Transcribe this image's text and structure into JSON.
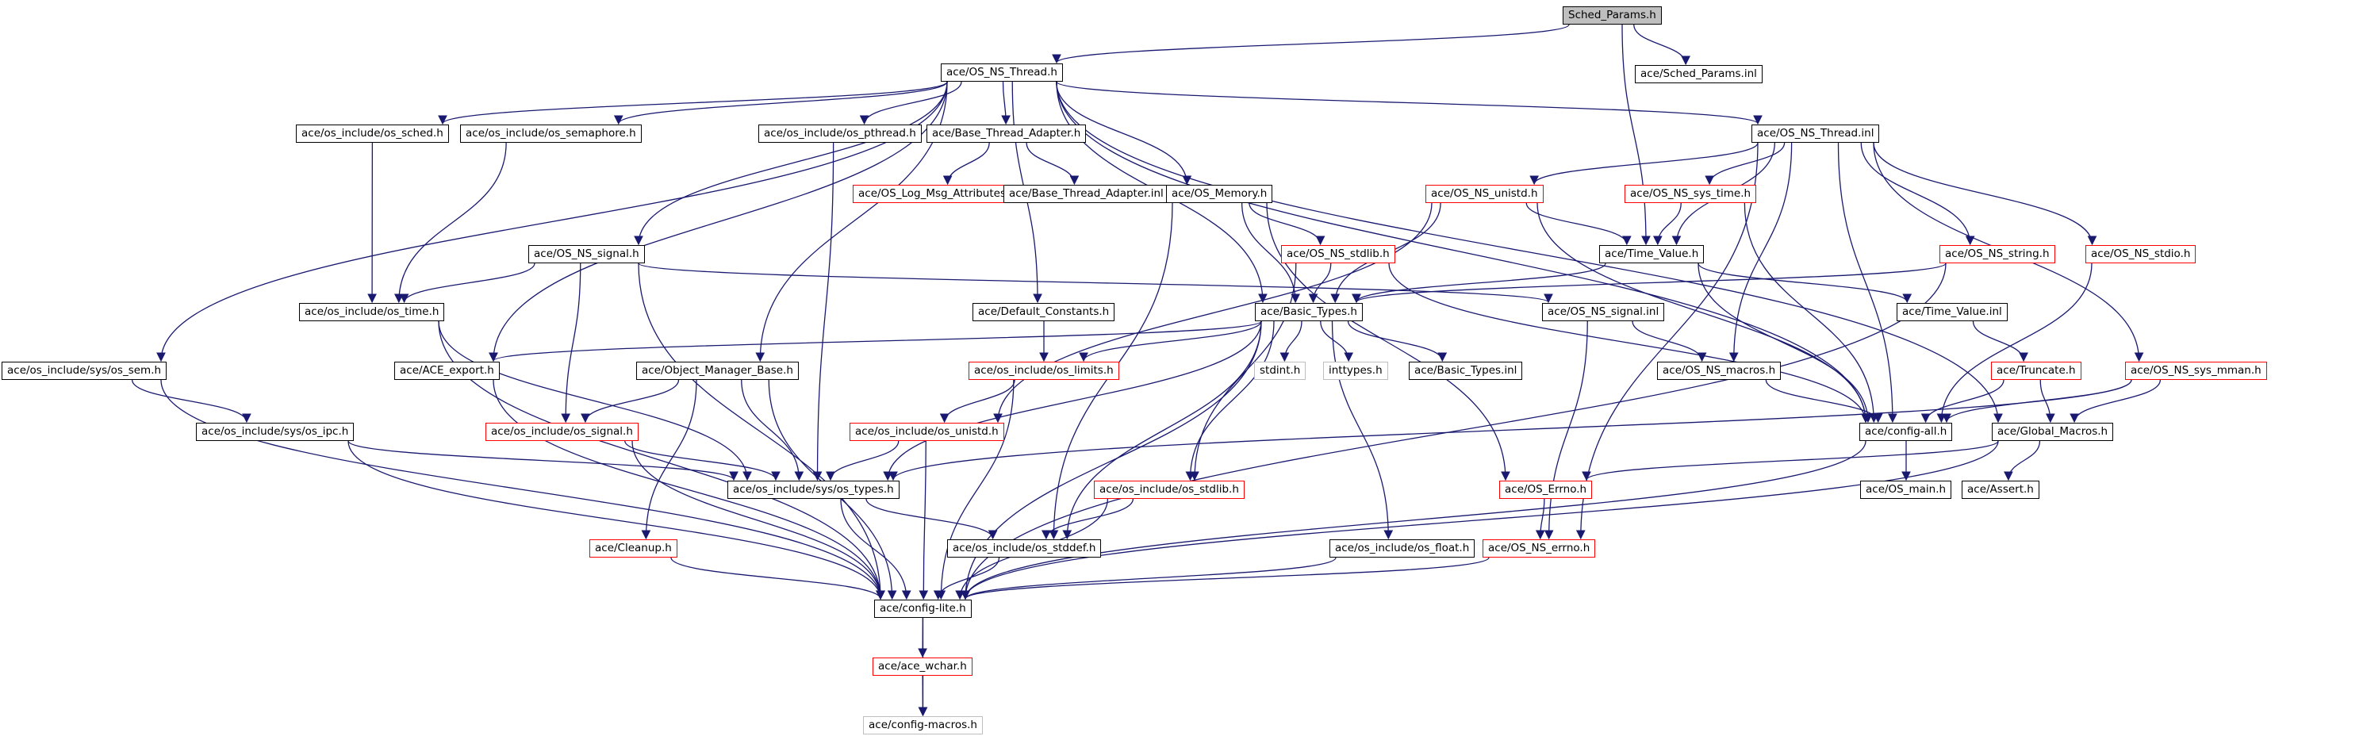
{
  "graph": {
    "edge_color": "#191970",
    "node_border_colors": {
      "normal": "#000000",
      "red": "#ff0000",
      "grey": "#bfbfbf"
    },
    "root_fill": "#bfbfbf",
    "nodes": [
      {
        "id": "sched_params_h",
        "label": "Sched_Params.h",
        "style": "root"
      },
      {
        "id": "os_ns_thread_h",
        "label": "ace/OS_NS_Thread.h",
        "style": "normal"
      },
      {
        "id": "sched_params_inl",
        "label": "ace/Sched_Params.inl",
        "style": "normal"
      },
      {
        "id": "os_sched_h",
        "label": "ace/os_include/os_sched.h",
        "style": "normal"
      },
      {
        "id": "os_semaphore_h",
        "label": "ace/os_include/os_semaphore.h",
        "style": "normal"
      },
      {
        "id": "os_pthread_h",
        "label": "ace/os_include/os_pthread.h",
        "style": "normal"
      },
      {
        "id": "base_thread_adapter_h",
        "label": "ace/Base_Thread_Adapter.h",
        "style": "normal"
      },
      {
        "id": "os_ns_thread_inl",
        "label": "ace/OS_NS_Thread.inl",
        "style": "normal"
      },
      {
        "id": "os_log_msg_attributes_h",
        "label": "ace/OS_Log_Msg_Attributes.h",
        "style": "red"
      },
      {
        "id": "base_thread_adapter_inl",
        "label": "ace/Base_Thread_Adapter.inl",
        "style": "normal"
      },
      {
        "id": "os_memory_h",
        "label": "ace/OS_Memory.h",
        "style": "normal"
      },
      {
        "id": "os_ns_unistd_h",
        "label": "ace/OS_NS_unistd.h",
        "style": "red"
      },
      {
        "id": "os_ns_sys_time_h",
        "label": "ace/OS_NS_sys_time.h",
        "style": "red"
      },
      {
        "id": "os_ns_signal_h",
        "label": "ace/OS_NS_signal.h",
        "style": "normal"
      },
      {
        "id": "os_ns_stdlib_h",
        "label": "ace/OS_NS_stdlib.h",
        "style": "red"
      },
      {
        "id": "time_value_h",
        "label": "ace/Time_Value.h",
        "style": "normal"
      },
      {
        "id": "os_ns_string_h",
        "label": "ace/OS_NS_string.h",
        "style": "red"
      },
      {
        "id": "os_ns_stdio_h",
        "label": "ace/OS_NS_stdio.h",
        "style": "red"
      },
      {
        "id": "os_time_h",
        "label": "ace/os_include/os_time.h",
        "style": "normal"
      },
      {
        "id": "default_constants_h",
        "label": "ace/Default_Constants.h",
        "style": "normal"
      },
      {
        "id": "basic_types_h",
        "label": "ace/Basic_Types.h",
        "style": "normal"
      },
      {
        "id": "os_ns_signal_inl",
        "label": "ace/OS_NS_signal.inl",
        "style": "normal"
      },
      {
        "id": "time_value_inl",
        "label": "ace/Time_Value.inl",
        "style": "normal"
      },
      {
        "id": "os_sem_h",
        "label": "ace/os_include/sys/os_sem.h",
        "style": "normal"
      },
      {
        "id": "ace_export_h",
        "label": "ace/ACE_export.h",
        "style": "normal"
      },
      {
        "id": "object_manager_base_h",
        "label": "ace/Object_Manager_Base.h",
        "style": "normal"
      },
      {
        "id": "os_limits_h",
        "label": "ace/os_include/os_limits.h",
        "style": "red"
      },
      {
        "id": "stdint_h",
        "label": "stdint.h",
        "style": "grey"
      },
      {
        "id": "inttypes_h",
        "label": "inttypes.h",
        "style": "grey"
      },
      {
        "id": "basic_types_inl",
        "label": "ace/Basic_Types.inl",
        "style": "normal"
      },
      {
        "id": "os_ns_macros_h",
        "label": "ace/OS_NS_macros.h",
        "style": "normal"
      },
      {
        "id": "truncate_h",
        "label": "ace/Truncate.h",
        "style": "red"
      },
      {
        "id": "os_ns_sys_mman_h",
        "label": "ace/OS_NS_sys_mman.h",
        "style": "red"
      },
      {
        "id": "os_ipc_h",
        "label": "ace/os_include/sys/os_ipc.h",
        "style": "normal"
      },
      {
        "id": "os_signal_h",
        "label": "ace/os_include/os_signal.h",
        "style": "red"
      },
      {
        "id": "os_unistd_h",
        "label": "ace/os_include/os_unistd.h",
        "style": "red"
      },
      {
        "id": "config_all_h",
        "label": "ace/config-all.h",
        "style": "normal"
      },
      {
        "id": "global_macros_h",
        "label": "ace/Global_Macros.h",
        "style": "normal"
      },
      {
        "id": "os_types_h",
        "label": "ace/os_include/sys/os_types.h",
        "style": "normal"
      },
      {
        "id": "os_stdlib_h",
        "label": "ace/os_include/os_stdlib.h",
        "style": "red"
      },
      {
        "id": "os_errno_h",
        "label": "ace/OS_Errno.h",
        "style": "red"
      },
      {
        "id": "os_main_h",
        "label": "ace/OS_main.h",
        "style": "normal"
      },
      {
        "id": "assert_h",
        "label": "ace/Assert.h",
        "style": "normal"
      },
      {
        "id": "cleanup_h",
        "label": "ace/Cleanup.h",
        "style": "red"
      },
      {
        "id": "os_stddef_h",
        "label": "ace/os_include/os_stddef.h",
        "style": "normal"
      },
      {
        "id": "os_float_h",
        "label": "ace/os_include/os_float.h",
        "style": "normal"
      },
      {
        "id": "os_ns_errno_h",
        "label": "ace/OS_NS_errno.h",
        "style": "red"
      },
      {
        "id": "config_lite_h",
        "label": "ace/config-lite.h",
        "style": "normal"
      },
      {
        "id": "ace_wchar_h",
        "label": "ace/ace_wchar.h",
        "style": "red"
      },
      {
        "id": "config_macros_h",
        "label": "ace/config-macros.h",
        "style": "grey"
      }
    ],
    "edges": [
      [
        "sched_params_h",
        "os_ns_thread_h"
      ],
      [
        "sched_params_h",
        "sched_params_inl"
      ],
      [
        "sched_params_h",
        "time_value_h"
      ],
      [
        "os_ns_thread_h",
        "os_sched_h"
      ],
      [
        "os_ns_thread_h",
        "os_semaphore_h"
      ],
      [
        "os_ns_thread_h",
        "os_pthread_h"
      ],
      [
        "os_ns_thread_h",
        "base_thread_adapter_h"
      ],
      [
        "os_ns_thread_h",
        "os_ns_thread_inl"
      ],
      [
        "os_ns_thread_h",
        "os_memory_h"
      ],
      [
        "os_ns_thread_h",
        "os_ns_signal_h"
      ],
      [
        "os_ns_thread_h",
        "default_constants_h"
      ],
      [
        "os_ns_thread_h",
        "basic_types_h"
      ],
      [
        "os_ns_thread_h",
        "os_sem_h"
      ],
      [
        "os_ns_thread_h",
        "ace_export_h"
      ],
      [
        "os_ns_thread_h",
        "object_manager_base_h"
      ],
      [
        "os_ns_thread_h",
        "config_all_h"
      ],
      [
        "os_ns_thread_h",
        "global_macros_h"
      ],
      [
        "base_thread_adapter_h",
        "os_log_msg_attributes_h"
      ],
      [
        "base_thread_adapter_h",
        "base_thread_adapter_inl"
      ],
      [
        "os_sched_h",
        "os_time_h"
      ],
      [
        "os_semaphore_h",
        "os_time_h"
      ],
      [
        "os_pthread_h",
        "os_types_h"
      ],
      [
        "os_ns_thread_inl",
        "os_ns_unistd_h"
      ],
      [
        "os_ns_thread_inl",
        "os_ns_sys_time_h"
      ],
      [
        "os_ns_thread_inl",
        "os_ns_string_h"
      ],
      [
        "os_ns_thread_inl",
        "os_ns_stdio_h"
      ],
      [
        "os_ns_thread_inl",
        "os_ns_sys_mman_h"
      ],
      [
        "os_ns_thread_inl",
        "time_value_h"
      ],
      [
        "os_ns_thread_inl",
        "os_ns_macros_h"
      ],
      [
        "os_ns_thread_inl",
        "os_ns_errno_h"
      ],
      [
        "os_ns_thread_inl",
        "config_all_h"
      ],
      [
        "os_memory_h",
        "os_ns_stdlib_h"
      ],
      [
        "os_memory_h",
        "basic_types_h"
      ],
      [
        "os_memory_h",
        "os_errno_h"
      ],
      [
        "os_memory_h",
        "os_stddef_h"
      ],
      [
        "os_ns_unistd_h",
        "time_value_h"
      ],
      [
        "os_ns_unistd_h",
        "basic_types_h"
      ],
      [
        "os_ns_unistd_h",
        "os_unistd_h"
      ],
      [
        "os_ns_unistd_h",
        "config_all_h"
      ],
      [
        "os_ns_sys_time_h",
        "time_value_h"
      ],
      [
        "os_ns_sys_time_h",
        "config_all_h"
      ],
      [
        "os_ns_stdlib_h",
        "basic_types_h"
      ],
      [
        "os_ns_stdlib_h",
        "os_stdlib_h"
      ],
      [
        "os_ns_stdlib_h",
        "config_all_h"
      ],
      [
        "os_ns_signal_h",
        "os_time_h"
      ],
      [
        "os_ns_signal_h",
        "os_signal_h"
      ],
      [
        "os_ns_signal_h",
        "os_ns_signal_inl"
      ],
      [
        "os_ns_signal_h",
        "config_lite_h"
      ],
      [
        "time_value_h",
        "basic_types_h"
      ],
      [
        "time_value_h",
        "time_value_inl"
      ],
      [
        "time_value_h",
        "config_all_h"
      ],
      [
        "os_ns_string_h",
        "basic_types_h"
      ],
      [
        "os_ns_string_h",
        "config_lite_h"
      ],
      [
        "os_ns_stdio_h",
        "config_all_h"
      ],
      [
        "os_time_h",
        "os_types_h"
      ],
      [
        "os_time_h",
        "config_lite_h"
      ],
      [
        "default_constants_h",
        "os_limits_h"
      ],
      [
        "basic_types_h",
        "os_limits_h"
      ],
      [
        "basic_types_h",
        "stdint_h"
      ],
      [
        "basic_types_h",
        "inttypes_h"
      ],
      [
        "basic_types_h",
        "basic_types_inl"
      ],
      [
        "basic_types_h",
        "ace_export_h"
      ],
      [
        "basic_types_h",
        "os_types_h"
      ],
      [
        "basic_types_h",
        "os_stdlib_h"
      ],
      [
        "basic_types_h",
        "os_stddef_h"
      ],
      [
        "basic_types_h",
        "os_float_h"
      ],
      [
        "basic_types_h",
        "config_lite_h"
      ],
      [
        "os_ns_signal_inl",
        "os_ns_macros_h"
      ],
      [
        "os_ns_signal_inl",
        "os_ns_errno_h"
      ],
      [
        "time_value_inl",
        "truncate_h"
      ],
      [
        "os_sem_h",
        "os_ipc_h"
      ],
      [
        "os_sem_h",
        "config_lite_h"
      ],
      [
        "ace_export_h",
        "config_lite_h"
      ],
      [
        "object_manager_base_h",
        "os_signal_h"
      ],
      [
        "object_manager_base_h",
        "cleanup_h"
      ],
      [
        "object_manager_base_h",
        "os_types_h"
      ],
      [
        "object_manager_base_h",
        "config_lite_h"
      ],
      [
        "os_limits_h",
        "os_unistd_h"
      ],
      [
        "os_limits_h",
        "config_lite_h"
      ],
      [
        "os_ns_macros_h",
        "config_all_h"
      ],
      [
        "truncate_h",
        "config_all_h"
      ],
      [
        "truncate_h",
        "global_macros_h"
      ],
      [
        "os_ns_sys_mman_h",
        "config_all_h"
      ],
      [
        "os_ns_sys_mman_h",
        "global_macros_h"
      ],
      [
        "os_ns_sys_mman_h",
        "os_types_h"
      ],
      [
        "os_ipc_h",
        "os_types_h"
      ],
      [
        "os_ipc_h",
        "config_lite_h"
      ],
      [
        "os_signal_h",
        "os_types_h"
      ],
      [
        "os_signal_h",
        "config_lite_h"
      ],
      [
        "os_unistd_h",
        "os_types_h"
      ],
      [
        "os_unistd_h",
        "config_lite_h"
      ],
      [
        "config_all_h",
        "os_main_h"
      ],
      [
        "config_all_h",
        "config_lite_h"
      ],
      [
        "global_macros_h",
        "assert_h"
      ],
      [
        "global_macros_h",
        "os_errno_h"
      ],
      [
        "global_macros_h",
        "config_lite_h"
      ],
      [
        "os_types_h",
        "os_stddef_h"
      ],
      [
        "os_types_h",
        "config_lite_h"
      ],
      [
        "os_stdlib_h",
        "os_stddef_h"
      ],
      [
        "os_stdlib_h",
        "config_lite_h"
      ],
      [
        "os_errno_h",
        "os_ns_errno_h"
      ],
      [
        "os_stddef_h",
        "config_lite_h"
      ],
      [
        "os_float_h",
        "config_lite_h"
      ],
      [
        "os_ns_errno_h",
        "config_lite_h"
      ],
      [
        "cleanup_h",
        "config_lite_h"
      ],
      [
        "config_lite_h",
        "ace_wchar_h"
      ],
      [
        "config_lite_h",
        "config_macros_h"
      ],
      [
        "ace_wchar_h",
        "config_macros_h"
      ]
    ]
  }
}
